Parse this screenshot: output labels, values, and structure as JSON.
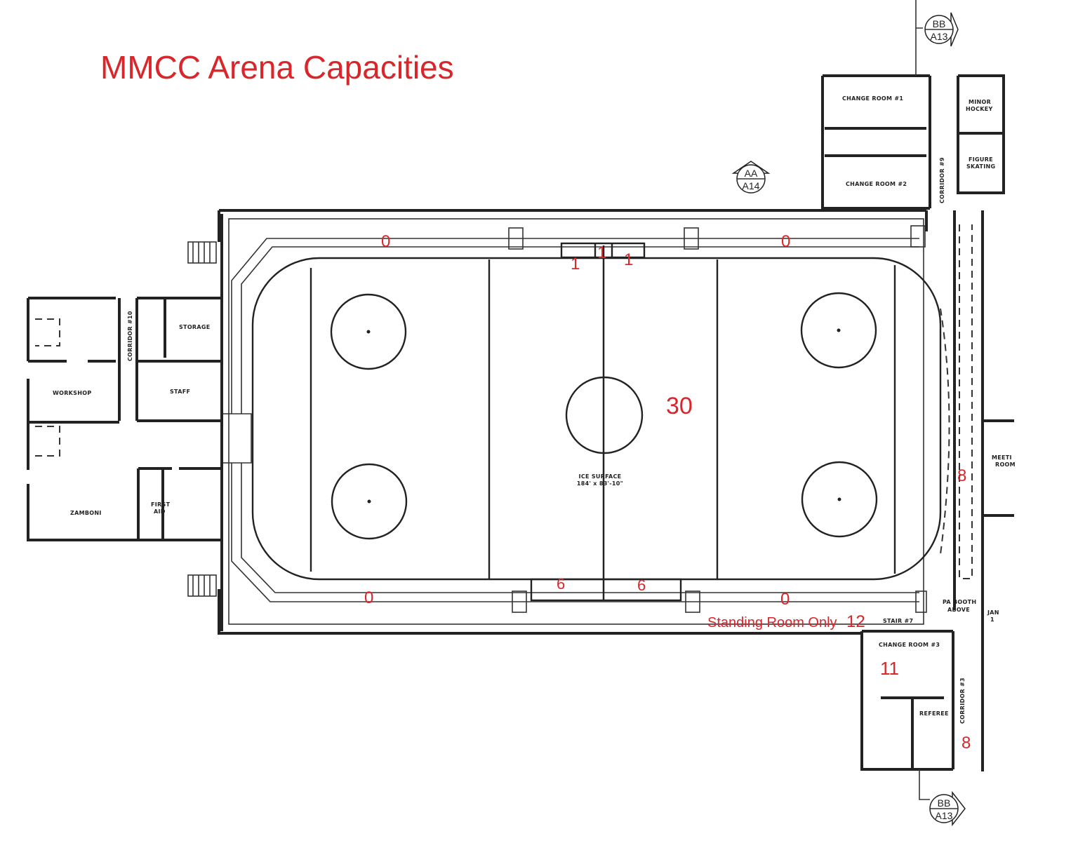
{
  "title": "MMCC Arena Capacities",
  "colors": {
    "annotation": "#d8262b",
    "linework": "#222222"
  },
  "rooms": {
    "change_room_1": "CHANGE ROOM #1",
    "change_room_2": "CHANGE ROOM #2",
    "change_room_3": "CHANGE ROOM #3",
    "minor_hockey": [
      "MINOR",
      "HOCKEY"
    ],
    "figure_skating": [
      "FIGURE",
      "SKATING"
    ],
    "corridor_9": "CORRIDOR #9",
    "corridor_10": "CORRIDOR #10",
    "corridor_3": "CORRIDOR #3",
    "storage": "STORAGE",
    "workshop": "WORKSHOP",
    "staff": "STAFF",
    "zamboni": "ZAMBONI",
    "first_aid": [
      "FIRST",
      "AID"
    ],
    "ice_surface": [
      "ICE SURFACE",
      "184' x 83'-10\""
    ],
    "meeting_room": [
      "MEETI",
      "ROOM"
    ],
    "pa_booth": [
      "PA BOOTH",
      "ABOVE"
    ],
    "stair_7": "STAIR #7",
    "janitor": [
      "JAN",
      "1"
    ],
    "referee": "REFEREE"
  },
  "section_markers": [
    {
      "top": "BB",
      "bottom": "A13"
    },
    {
      "top": "AA",
      "bottom": "A14"
    },
    {
      "top": "BB",
      "bottom": "A13"
    }
  ],
  "capacities": {
    "top_left_stands": "0",
    "top_right_stands": "0",
    "top_box_left": "1",
    "top_box_center": "1",
    "top_box_right": "1",
    "ice_surface": "30",
    "east_corridor": "8",
    "bench_left": "6",
    "bench_right": "6",
    "bottom_left_stands": "0",
    "bottom_right_stands": "0",
    "standing_room_label": "Standing Room Only",
    "standing_room_value": "12",
    "change_room_3": "11",
    "corridor_3": "8"
  }
}
